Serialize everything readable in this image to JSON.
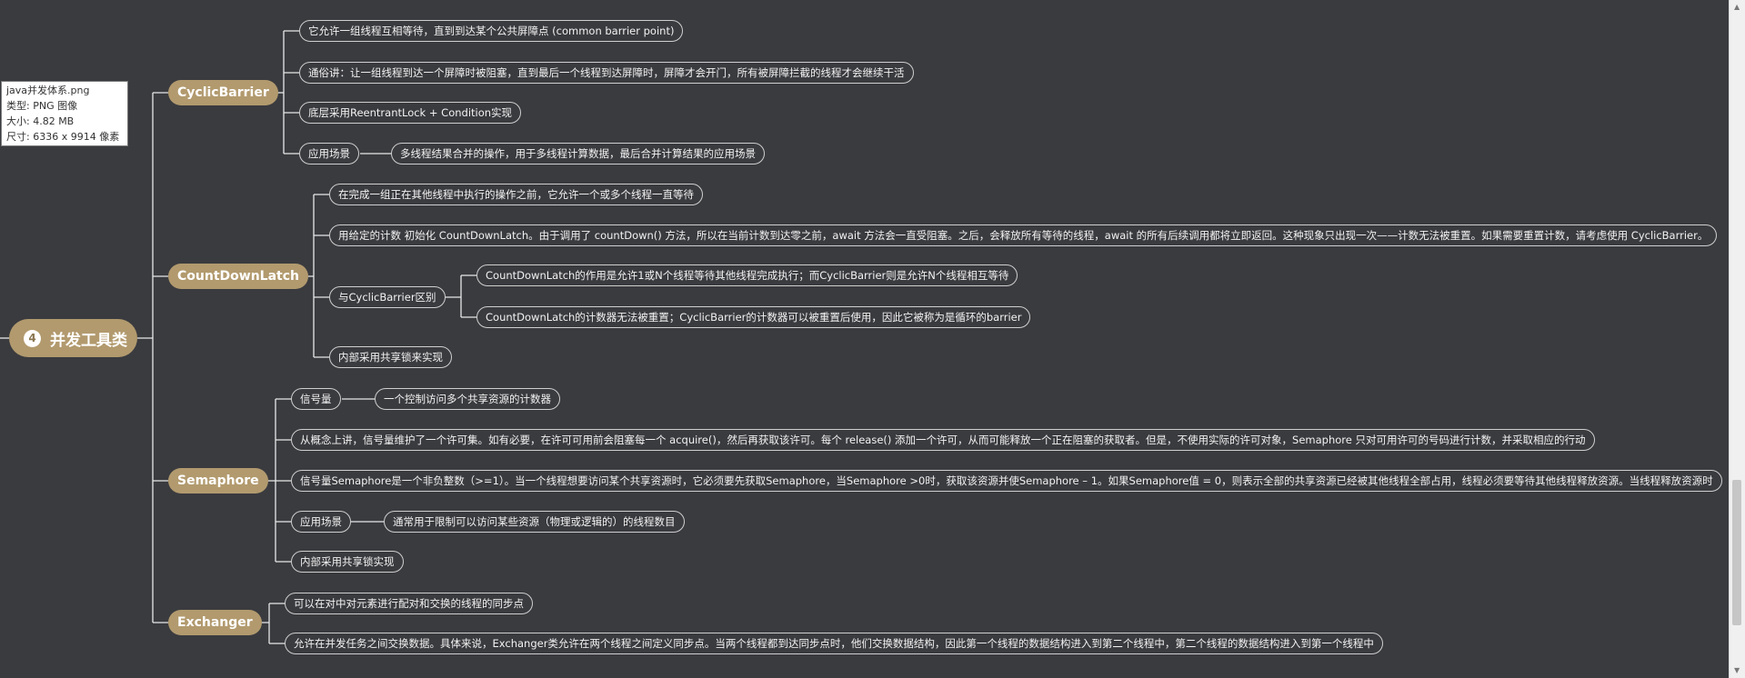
{
  "tooltip": {
    "filename": "java并发体系.png",
    "type": "类型: PNG 图像",
    "size": "大小: 4.82 MB",
    "dimensions": "尺寸: 6336 x 9914 像素"
  },
  "root": {
    "number": "4",
    "title": "并发工具类"
  },
  "cyclicbarrier": {
    "label": "CyclicBarrier",
    "items": [
      "它允许一组线程互相等待，直到到达某个公共屏障点 (common barrier point)",
      "通俗讲：让一组线程到达一个屏障时被阻塞，直到最后一个线程到达屏障时，屏障才会开门，所有被屏障拦截的线程才会继续干活",
      "底层采用ReentrantLock + Condition实现"
    ],
    "scenario_label": "应用场景",
    "scenario_text": "多线程结果合并的操作，用于多线程计算数据，最后合并计算结果的应用场景"
  },
  "countdownlatch": {
    "label": "CountDownLatch",
    "items": [
      "在完成一组正在其他线程中执行的操作之前，它允许一个或多个线程一直等待",
      "用给定的计数 初始化 CountDownLatch。由于调用了 countDown() 方法，所以在当前计数到达零之前，await 方法会一直受阻塞。之后，会释放所有等待的线程，await 的所有后续调用都将立即返回。这种现象只出现一次——计数无法被重置。如果需要重置计数，请考虑使用 CyclicBarrier。"
    ],
    "diff_label": "与CyclicBarrier区别",
    "diff_items": [
      "CountDownLatch的作用是允许1或N个线程等待其他线程完成执行；而CyclicBarrier则是允许N个线程相互等待",
      "CountDownLatch的计数器无法被重置；CyclicBarrier的计数器可以被重置后使用，因此它被称为是循环的barrier"
    ],
    "impl": "内部采用共享锁来实现"
  },
  "semaphore": {
    "label": "Semaphore",
    "signal_label": "信号量",
    "signal_text": "一个控制访问多个共享资源的计数器",
    "concept": "从概念上讲，信号量维护了一个许可集。如有必要，在许可可用前会阻塞每一个 acquire()，然后再获取该许可。每个 release() 添加一个许可，从而可能释放一个正在阻塞的获取者。但是，不使用实际的许可对象，Semaphore 只对可用许可的号码进行计数，并采取相应的行动",
    "nonneg": "信号量Semaphore是一个非负整数（>=1）。当一个线程想要访问某个共享资源时，它必须要先获取Semaphore，当Semaphore >0时，获取该资源并使Semaphore – 1。如果Semaphore值 = 0，则表示全部的共享资源已经被其他线程全部占用，线程必须要等待其他线程释放资源。当线程释放资源时",
    "scenario_label": "应用场景",
    "scenario_text": "通常用于限制可以访问某些资源（物理或逻辑的）的线程数目",
    "impl": "内部采用共享锁实现"
  },
  "exchanger": {
    "label": "Exchanger",
    "items": [
      "可以在对中对元素进行配对和交换的线程的同步点",
      "允许在并发任务之间交换数据。具体来说，Exchanger类允许在两个线程之间定义同步点。当两个线程都到达同步点时，他们交换数据结构，因此第一个线程的数据结构进入到第二个线程中，第二个线程的数据结构进入到第一个线程中"
    ]
  },
  "colors": {
    "background": "#3a3b3f",
    "branch": "#b29a6e",
    "line": "#e8e8e8"
  }
}
